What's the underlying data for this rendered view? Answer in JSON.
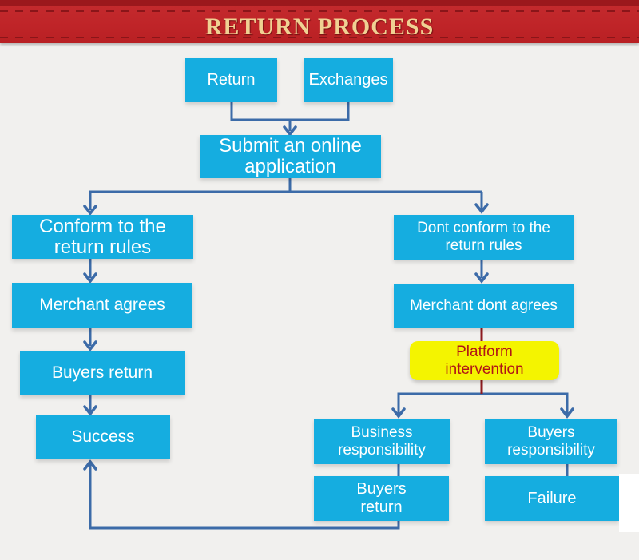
{
  "header": {
    "title": "RETURN PROCESS"
  },
  "nodes": {
    "return": {
      "label": "Return"
    },
    "exchanges": {
      "label": "Exchanges"
    },
    "submit_application": {
      "label": "Submit an online\napplication"
    },
    "conform_rules": {
      "label": "Conform to the\nreturn rules"
    },
    "merchant_agrees": {
      "label": "Merchant agrees"
    },
    "buyers_return": {
      "label": "Buyers return"
    },
    "success": {
      "label": "Success"
    },
    "dont_conform_rules": {
      "label": "Dont conform to the\nreturn rules"
    },
    "merchant_dont_agrees": {
      "label": "Merchant dont agrees"
    },
    "platform_intervention": {
      "label": "Platform\nintervention"
    },
    "business_responsibility": {
      "label": "Business\nresponsibility"
    },
    "buyers_responsibility": {
      "label": "Buyers\nresponsibility"
    },
    "buyers_return_2": {
      "label": "Buyers\nreturn"
    },
    "failure": {
      "label": "Failure"
    }
  },
  "edges": [
    {
      "from": "return",
      "to": "submit_application"
    },
    {
      "from": "exchanges",
      "to": "submit_application"
    },
    {
      "from": "submit_application",
      "to": "conform_rules"
    },
    {
      "from": "submit_application",
      "to": "dont_conform_rules"
    },
    {
      "from": "conform_rules",
      "to": "merchant_agrees"
    },
    {
      "from": "merchant_agrees",
      "to": "buyers_return"
    },
    {
      "from": "buyers_return",
      "to": "success"
    },
    {
      "from": "dont_conform_rules",
      "to": "merchant_dont_agrees"
    },
    {
      "from": "merchant_dont_agrees",
      "to": "platform_intervention"
    },
    {
      "from": "platform_intervention",
      "to": "business_responsibility"
    },
    {
      "from": "platform_intervention",
      "to": "buyers_responsibility"
    },
    {
      "from": "business_responsibility",
      "to": "buyers_return_2"
    },
    {
      "from": "buyers_responsibility",
      "to": "failure"
    },
    {
      "from": "buyers_return_2",
      "to": "success"
    }
  ],
  "colors": {
    "banner_red": "#bf2428",
    "banner_dark_red": "#9b181c",
    "stitch_red": "#8a1519",
    "title_gold": "#f0d193",
    "node_cyan": "#15ade0",
    "node_text": "#ffffff",
    "intervention_yellow": "#f4f400",
    "intervention_text_red": "#b11616",
    "connector_blue": "#3c6ba8",
    "connector_maroon": "#8e1b20",
    "background": "#f1f0ee"
  }
}
